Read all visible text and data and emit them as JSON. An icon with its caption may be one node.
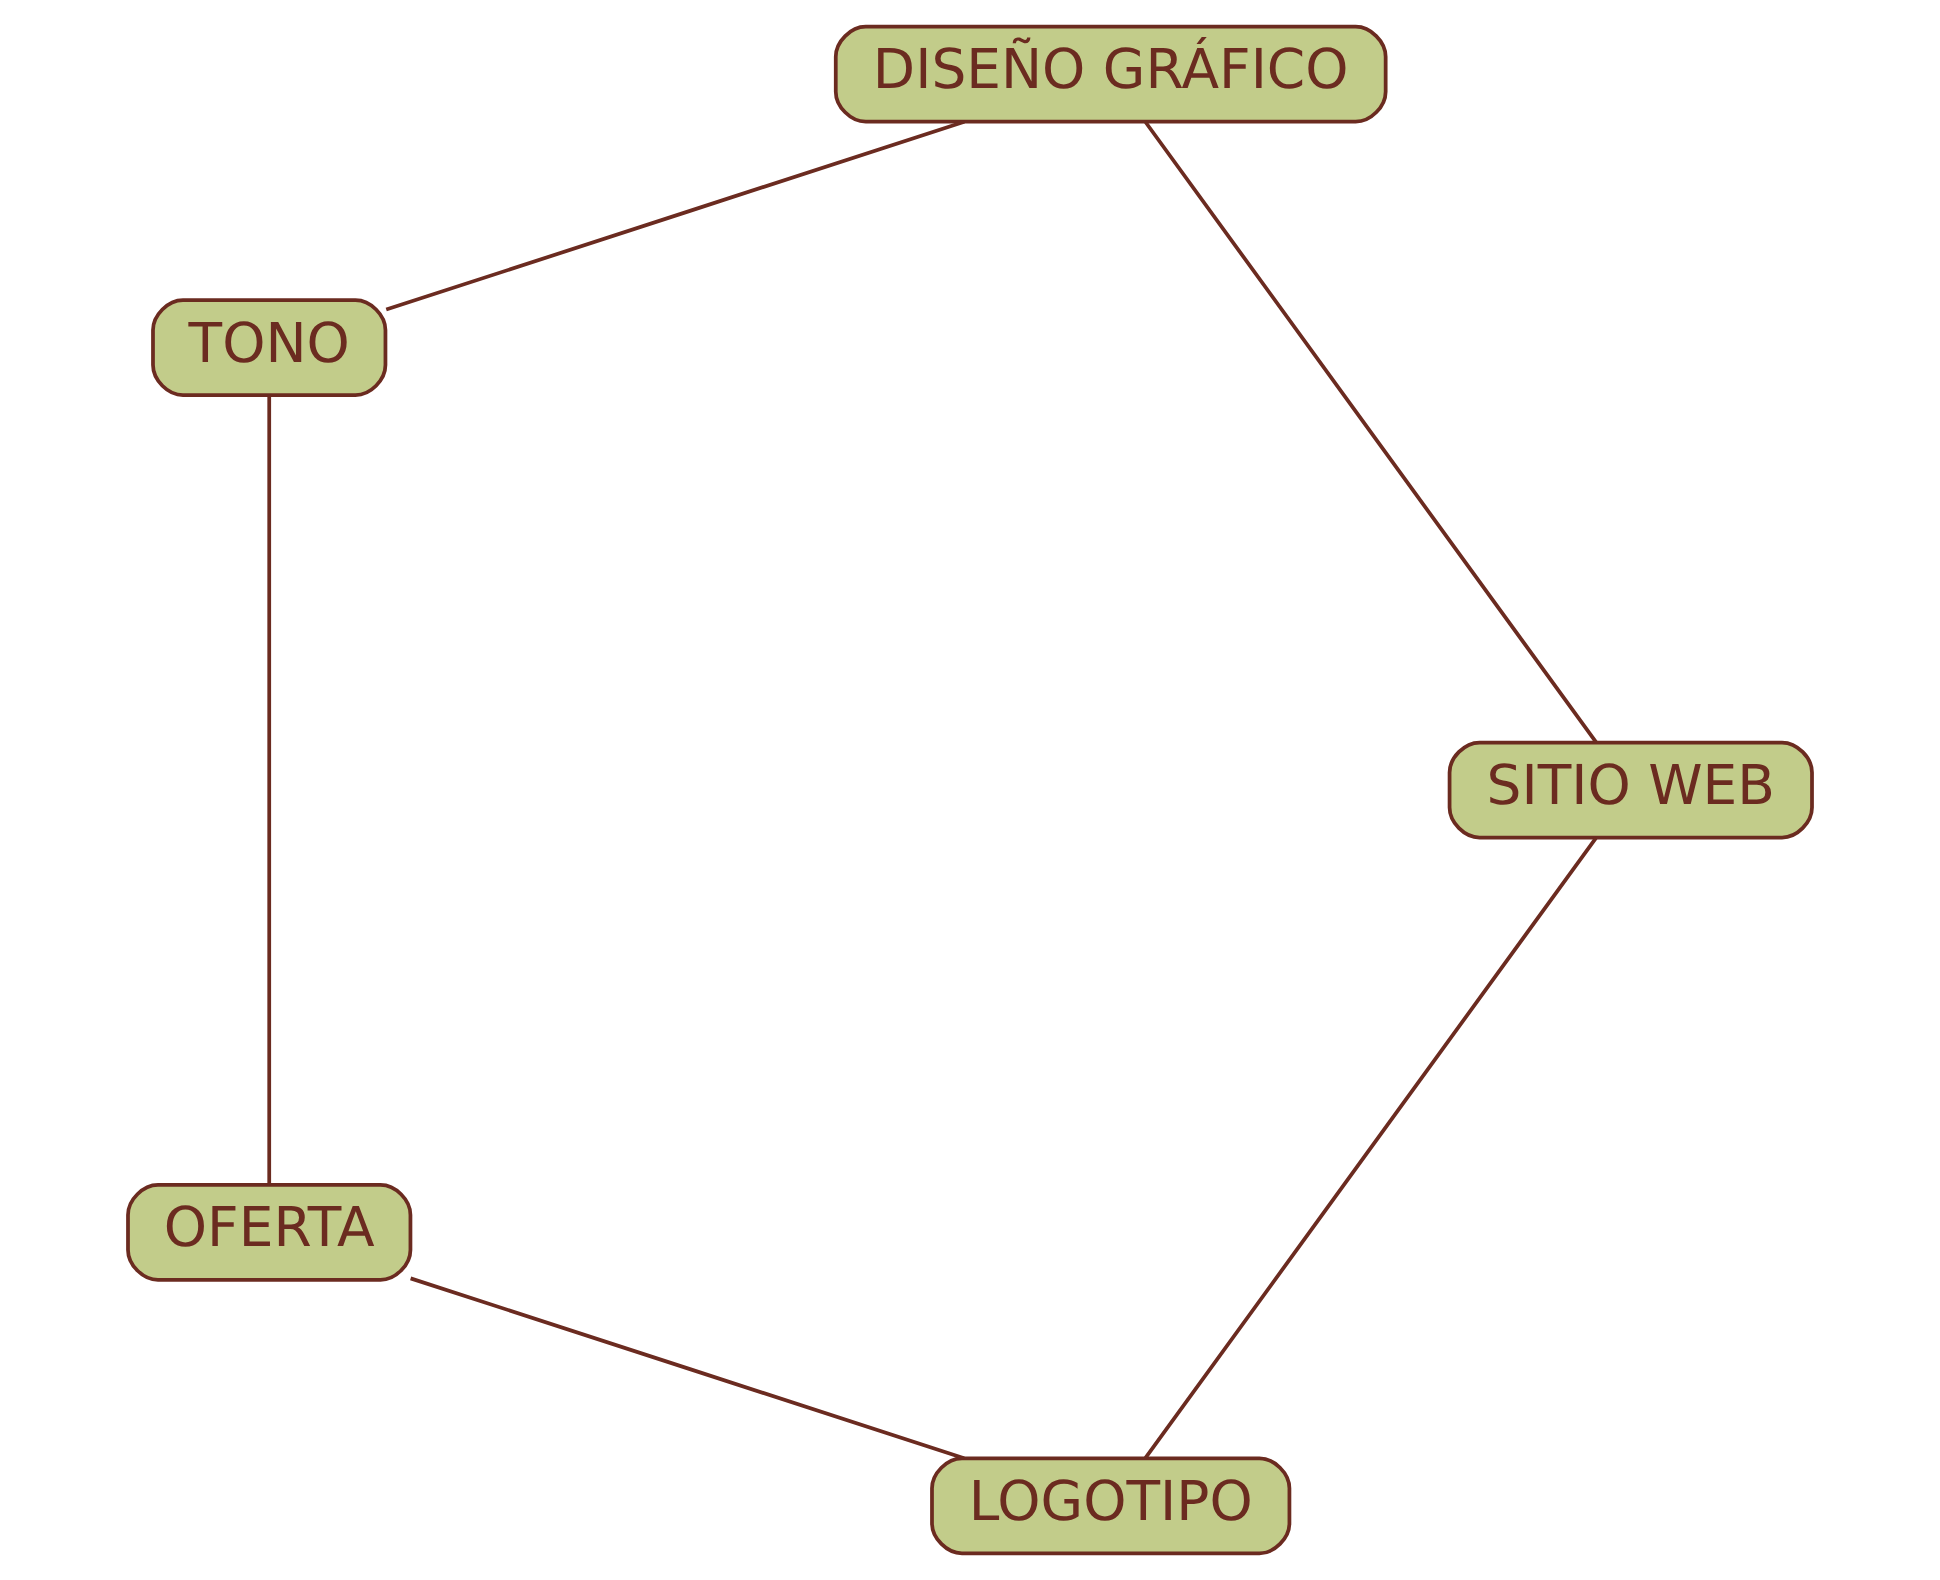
{
  "diagram": {
    "nodes": [
      {
        "text": [
          "LOGOTIPO"
        ]
      },
      {
        "text": [
          "SITIO WEB"
        ]
      },
      {
        "text": [
          "OFERTA"
        ]
      },
      {
        "text": [
          "DISEÑO GRÁFICO"
        ]
      },
      {
        "text": [
          "TONO"
        ]
      }
    ],
    "edges": [
      {
        "from": 0,
        "to": 2,
        "arrow": "none"
      },
      {
        "from": 2,
        "to": 4,
        "arrow": "none"
      },
      {
        "from": 4,
        "to": 3,
        "arrow": "none"
      },
      {
        "from": 3,
        "to": 1,
        "arrow": "none"
      },
      {
        "from": 1,
        "to": 0,
        "arrow": "none"
      }
    ]
  }
}
